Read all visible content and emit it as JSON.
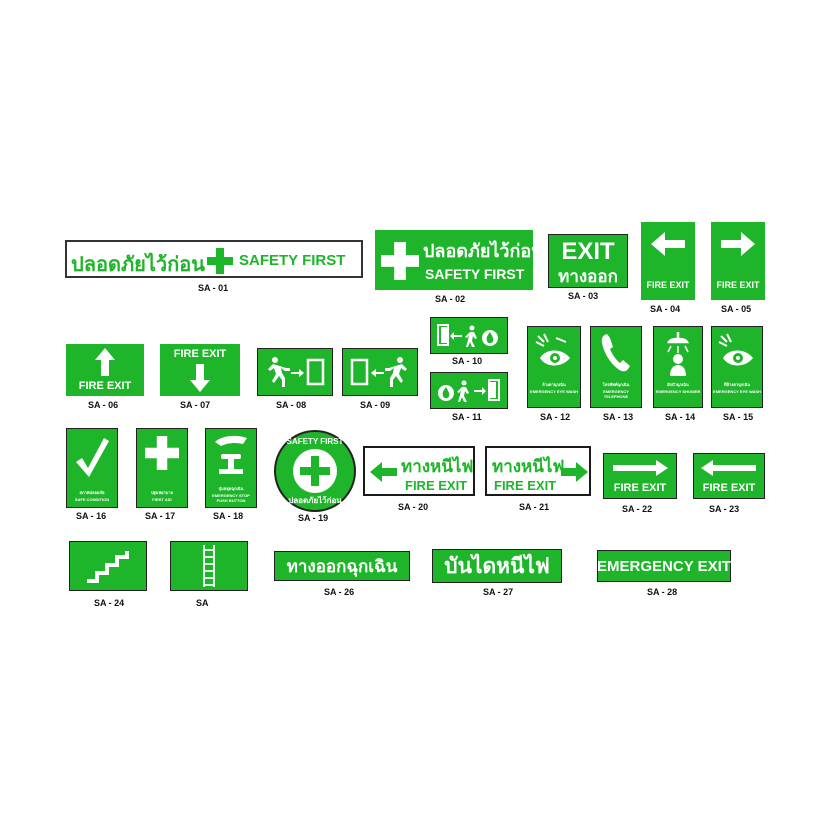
{
  "colors": {
    "sign_green": "#1fb52a",
    "border": "#1a1a1a",
    "background": "#ffffff"
  },
  "signs": [
    {
      "code": "SA - 01",
      "icon": "first-aid-cross-icon",
      "thai": "ปลอดภัยไว้ก่อน",
      "text": "SAFETY FIRST"
    },
    {
      "code": "SA - 02",
      "icon": "first-aid-cross-icon",
      "thai": "ปลอดภัยไว้ก่อน",
      "text": "SAFETY FIRST"
    },
    {
      "code": "SA - 03",
      "text": "EXIT",
      "thai": "ทางออก"
    },
    {
      "code": "SA - 04",
      "icon": "arrow-left-icon",
      "text": "FIRE EXIT"
    },
    {
      "code": "SA - 05",
      "icon": "arrow-right-icon",
      "text": "FIRE EXIT"
    },
    {
      "code": "SA - 06",
      "icon": "arrow-up-icon",
      "text": "FIRE EXIT"
    },
    {
      "code": "SA - 07",
      "icon": "arrow-down-icon",
      "text": "FIRE EXIT"
    },
    {
      "code": "SA - 08",
      "icon": "running-man-to-door-icon"
    },
    {
      "code": "SA - 09",
      "icon": "running-man-to-door-icon"
    },
    {
      "code": "SA - 10",
      "icon": "door-arrow-fire-icon"
    },
    {
      "code": "SA - 11",
      "icon": "fire-arrow-door-icon"
    },
    {
      "code": "SA - 12",
      "icon": "eye-wash-icon",
      "thai": "ล้างตาฉุกเฉิน",
      "text": "EMERGENCY EYE WASH"
    },
    {
      "code": "SA - 13",
      "icon": "telephone-icon",
      "thai": "โทรศัพท์ฉุกเฉิน",
      "text": "EMERGENCY TELEPHONE"
    },
    {
      "code": "SA - 14",
      "icon": "emergency-shower-icon",
      "thai": "ฝักบัวฉุกเฉิน",
      "text": "EMERGENCY SHOWER"
    },
    {
      "code": "SA - 15",
      "icon": "eye-wash-icon",
      "thai": "ที่ล้างตาฉุกเฉิน",
      "text": "EMERGENCY EYE WASH"
    },
    {
      "code": "SA - 16",
      "icon": "check-mark-icon",
      "thai": "สภาพปลอดภัย",
      "text": "SAFE CONDITION"
    },
    {
      "code": "SA - 17",
      "icon": "first-aid-cross-icon",
      "thai": "ปฐมพยาบาล",
      "text": "FIRST AID"
    },
    {
      "code": "SA - 18",
      "icon": "stop-push-button-icon",
      "thai": "ปุ่มหยุดฉุกเฉิน",
      "text": "EMERGENCY STOP PUSH BUTTON"
    },
    {
      "code": "SA - 19",
      "icon": "first-aid-cross-icon",
      "text": "SAFETY FIRST",
      "thai": "ปลอดภัยไว้ก่อน"
    },
    {
      "code": "SA - 20",
      "icon": "arrow-left-icon",
      "thai": "ทางหนีไฟ",
      "text": "FIRE EXIT"
    },
    {
      "code": "SA - 21",
      "icon": "arrow-right-icon",
      "thai": "ทางหนีไฟ",
      "text": "FIRE EXIT"
    },
    {
      "code": "SA - 22",
      "icon": "arrow-right-icon",
      "text": "FIRE EXIT"
    },
    {
      "code": "SA - 23",
      "icon": "arrow-left-icon",
      "text": "FIRE EXIT"
    },
    {
      "code": "SA - 24",
      "icon": "stairs-icon"
    },
    {
      "code": "SA",
      "icon": "ladder-icon"
    },
    {
      "code": "SA - 26",
      "thai": "ทางออกฉุกเฉิน"
    },
    {
      "code": "SA - 27",
      "thai": "บันไดหนีไฟ"
    },
    {
      "code": "SA - 28",
      "text": "EMERGENCY EXIT"
    }
  ]
}
